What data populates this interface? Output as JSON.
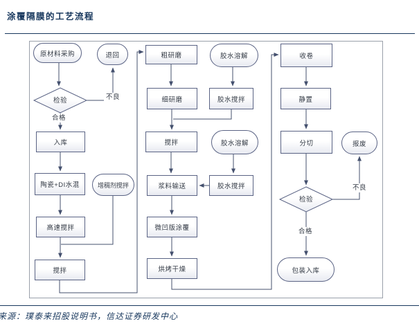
{
  "title": "涂覆隔膜的工艺流程",
  "source": "来源：璞泰来招股说明书，信达证券研发中心",
  "colors": {
    "title_accent": "#17375d",
    "node_border": "#5a6384",
    "connector": "#44506e",
    "frame_border": "#9aa0aa",
    "node_fill_bottom": "#e8eaf1"
  },
  "labels": {
    "pass": "合格",
    "fail": "不良"
  },
  "nodes": {
    "raw_material": "原材料采购",
    "return_back": "退回",
    "inspect_left": "检验",
    "warehouse_in": "入库",
    "ceramic_di_mix": "陶瓷+DI水混",
    "thickener_stir": "增稠剂搅拌",
    "high_speed_stir": "高速搅拌",
    "stir_left": "搅拌",
    "coarse_grind": "粗研磨",
    "glue_dissolve_1": "胶水溶解",
    "fine_grind": "细研磨",
    "glue_stir_1": "胶水搅拌",
    "stir_mid": "搅拌",
    "glue_dissolve_2": "胶水溶解",
    "slurry_transport": "浆料输送",
    "glue_stir_2": "胶水搅拌",
    "gravure_coating": "微凹版涂覆",
    "bake_dry": "烘烤干燥",
    "winding": "收卷",
    "standing": "静置",
    "slitting": "分切",
    "scrap": "报废",
    "inspect_right": "检验",
    "packaging": "包装入库"
  }
}
